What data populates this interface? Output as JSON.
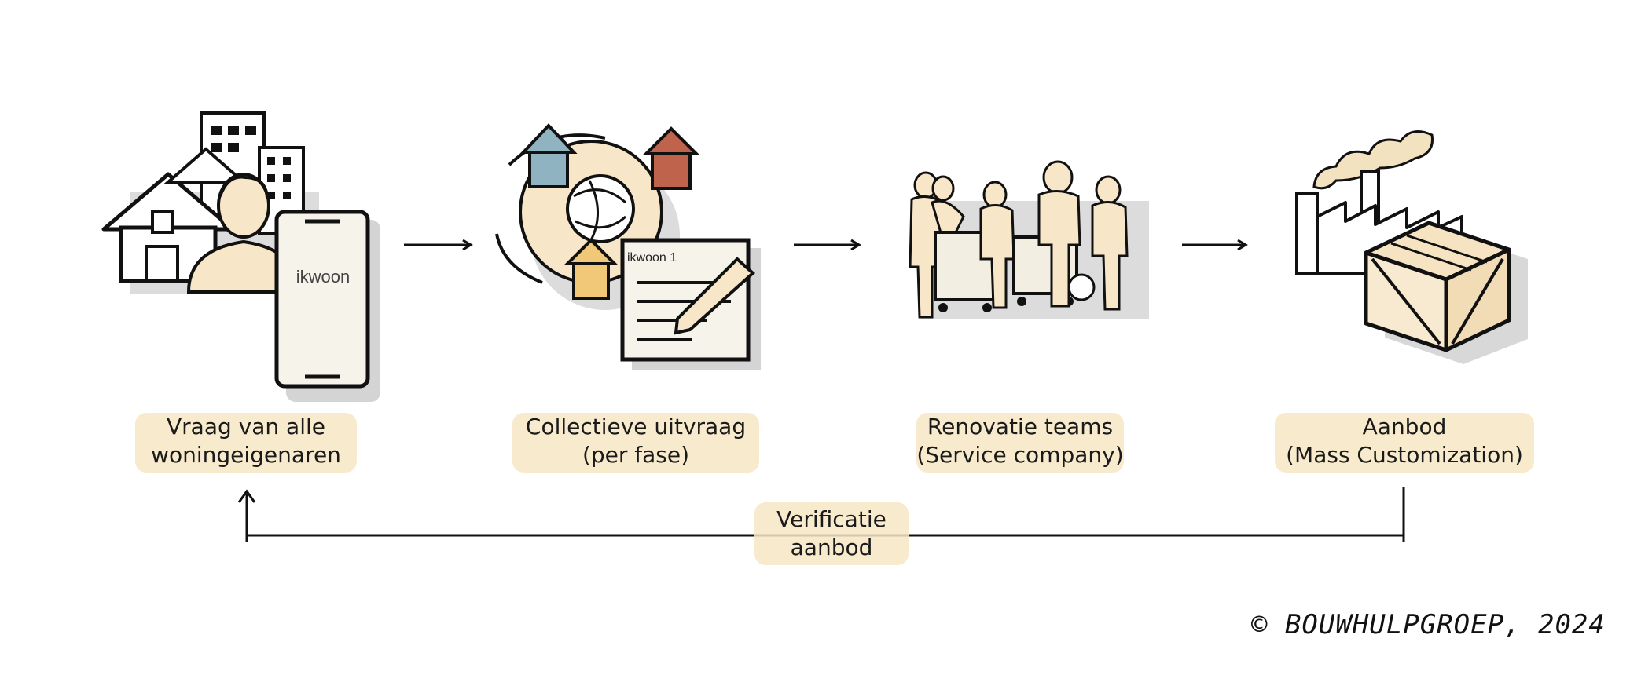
{
  "steps": [
    {
      "label_line1": "Vraag van alle",
      "label_line2": "woningeigenaren",
      "icon": "homeowners-phone-icon",
      "app_wordmark": "ikwoon"
    },
    {
      "label_line1": "Collectieve uitvraag",
      "label_line2": "(per fase)",
      "icon": "collective-request-icon",
      "doc_wordmark": "ikwoon 1"
    },
    {
      "label_line1": "Renovatie teams",
      "label_line2": "(Service company)",
      "icon": "renovation-team-icon"
    },
    {
      "label_line1": "Aanbod",
      "label_line2": "(Mass Customization)",
      "icon": "factory-crate-icon"
    }
  ],
  "feedback": {
    "label_line1": "Verificatie",
    "label_line2": "aanbod"
  },
  "copyright": "© BOUWHULPGROEP, 2024",
  "colors": {
    "highlight": "#f7e6c4",
    "skin": "#f8e6c8",
    "blue_house": "#8fb3c0",
    "red_house": "#c0634d",
    "yellow_house": "#f0c878",
    "shadow": "#d9d9d9",
    "ink": "#111111"
  }
}
